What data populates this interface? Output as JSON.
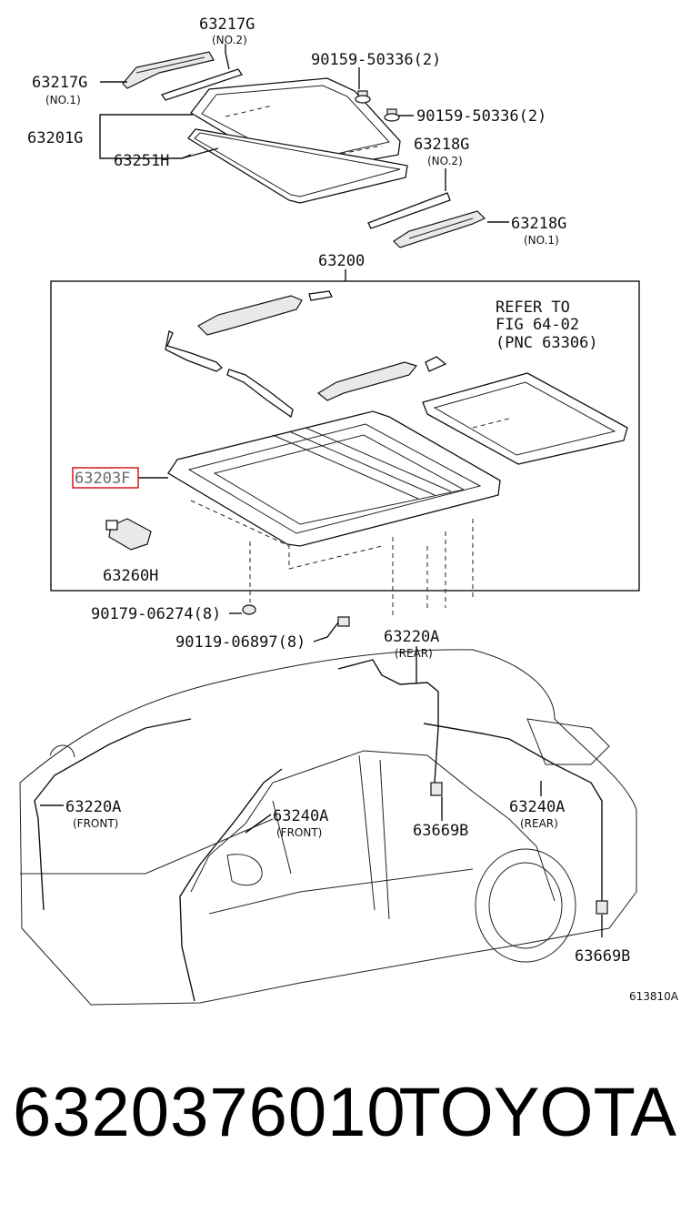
{
  "labels": {
    "p63217g_no2": "63217G",
    "p63217g_no2_sub": "(NO.2)",
    "p63217g_no1": "63217G",
    "p63217g_no1_sub": "(NO.1)",
    "p90159_a": "90159-50336(2)",
    "p90159_b": "90159-50336(2)",
    "p63201g": "63201G",
    "p63251h": "63251H",
    "p63218g_no2": "63218G",
    "p63218g_no2_sub": "(NO.2)",
    "p63218g_no1": "63218G",
    "p63218g_no1_sub": "(NO.1)",
    "p63200": "63200",
    "refer1": "REFER TO",
    "refer2": "FIG 64-02",
    "refer3": "(PNC 63306)",
    "p63203f": "63203F",
    "p63260h": "63260H",
    "p90179": "90179-06274(8)",
    "p90119": "90119-06897(8)",
    "p63220a_rear": "63220A",
    "p63220a_rear_sub": "(REAR)",
    "p63220a_front": "63220A",
    "p63220a_front_sub": "(FRONT)",
    "p63240a_front": "63240A",
    "p63240a_front_sub": "(FRONT)",
    "p63240a_rear": "63240A",
    "p63240a_rear_sub": "(REAR)",
    "p63669b_a": "63669B",
    "p63669b_b": "63669B",
    "fig_id": "613810A"
  },
  "highlight_color": "#d9262b",
  "footer": {
    "part_number": "6320376010",
    "brand": "TOYOTA"
  }
}
